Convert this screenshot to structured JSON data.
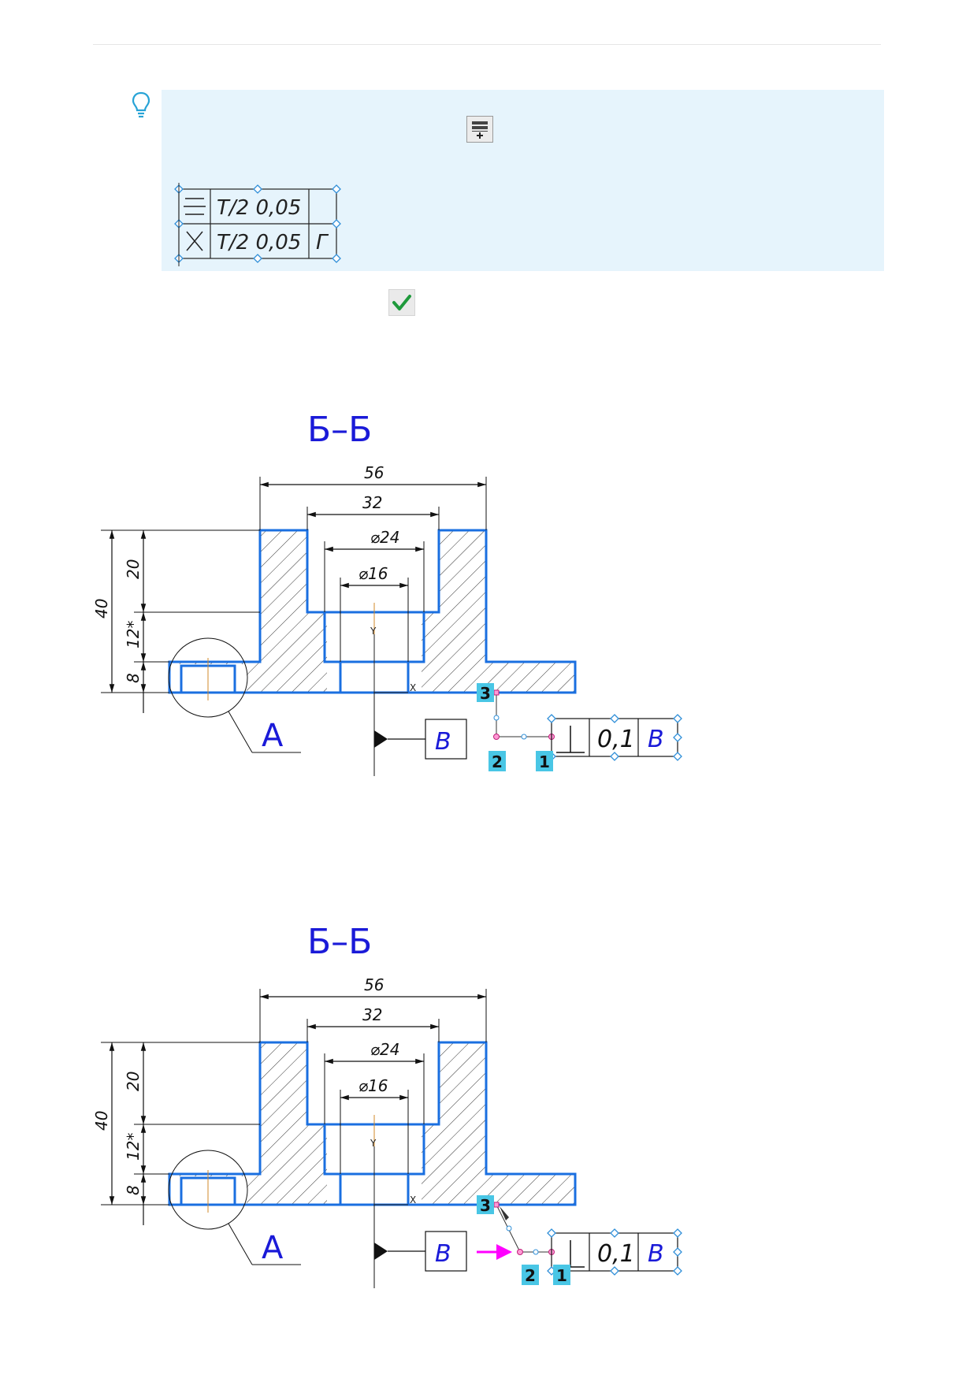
{
  "tip": {
    "icon": "lightbulb-icon",
    "toolbar_button_icon": "add-row-icon",
    "frame_rows": [
      {
        "symbol_icon": "symmetry-icon",
        "value": "T/2 0,05",
        "base": ""
      },
      {
        "symbol_icon": "intersection-icon",
        "value": "T/2 0,05",
        "base": "Г"
      }
    ]
  },
  "confirm_icon": "checkmark-icon",
  "figures": [
    {
      "section_label": "Б–Б",
      "dims": {
        "d56": "56",
        "d32": "32",
        "d24": "⌀24",
        "d16": "⌀16",
        "d40": "40",
        "d20": "20",
        "d12": "12*",
        "d8": "8"
      },
      "view_label": "А",
      "datum": "B",
      "tolerance": {
        "symbol_icon": "perpendicularity-icon",
        "value": "0,1",
        "base": "B"
      },
      "points": [
        "1",
        "2",
        "3"
      ],
      "axes": {
        "y": "Y",
        "x": "X"
      }
    },
    {
      "section_label": "Б–Б",
      "dims": {
        "d56": "56",
        "d32": "32",
        "d24": "⌀24",
        "d16": "⌀16",
        "d40": "40",
        "d20": "20",
        "d12": "12*",
        "d8": "8"
      },
      "view_label": "А",
      "datum": "B",
      "tolerance": {
        "symbol_icon": "perpendicularity-icon",
        "value": "0,1",
        "base": "B"
      },
      "points": [
        "1",
        "2",
        "3"
      ],
      "axes": {
        "y": "Y",
        "x": "X"
      }
    }
  ],
  "colors": {
    "tip_background": "#e6f4fc",
    "outline_blue": "#1a6fe0",
    "label_blue": "#1a1ad8",
    "marker_cyan": "#49c6e5",
    "arrow_magenta": "#ff00ff"
  }
}
